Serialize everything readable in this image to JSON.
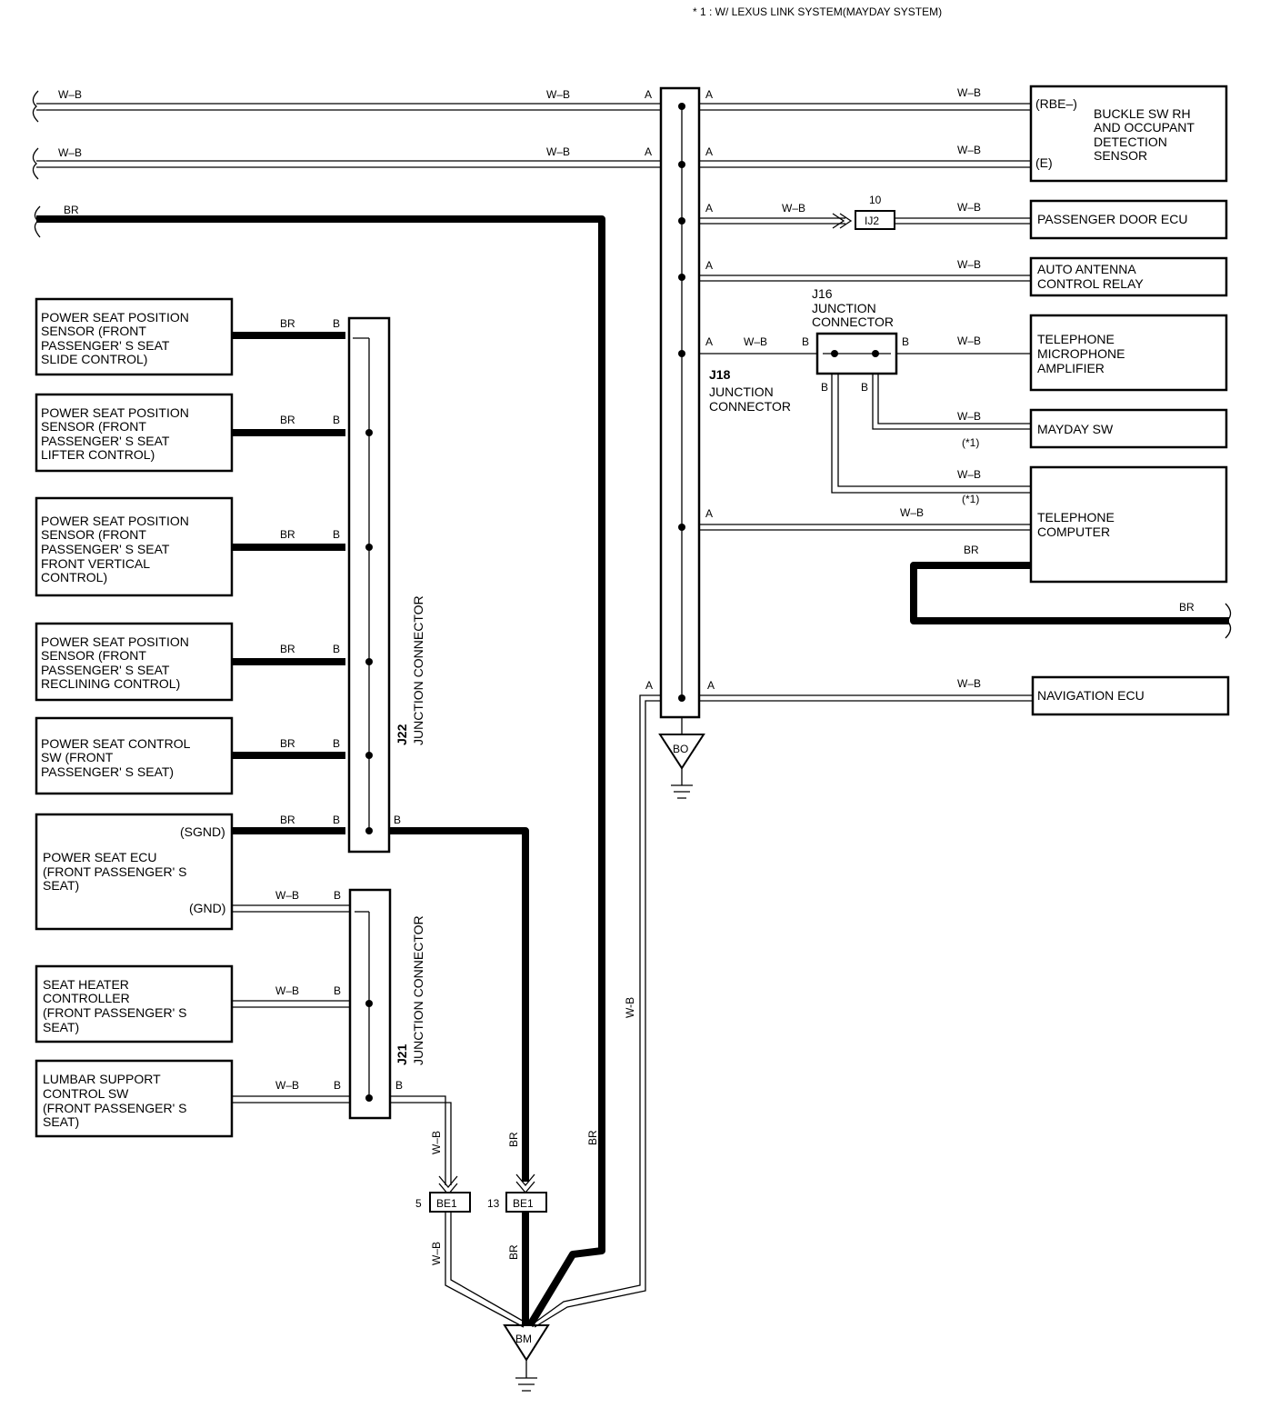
{
  "note": "* 1 : W/ LEXUS LINK SYSTEM(MAYDAY SYSTEM)",
  "wire_labels": {
    "wb": "W–B",
    "br": "BR",
    "wb_plain": "W-B"
  },
  "pins": {
    "a": "A",
    "b": "B"
  },
  "footnote_mark": "(*1)",
  "connectors": {
    "j22": {
      "id": "J22",
      "name": "JUNCTION CONNECTOR"
    },
    "j21": {
      "id": "J21",
      "name": "JUNCTION CONNECTOR"
    },
    "j18": {
      "id": "J18",
      "name": "JUNCTION CONNECTOR"
    },
    "j16": {
      "id": "J16",
      "name": "JUNCTION CONNECTOR"
    },
    "ij2": {
      "code": "IJ2",
      "pin": "10"
    },
    "be1_5": {
      "code": "BE1",
      "pin": "5"
    },
    "be1_13": {
      "code": "BE1",
      "pin": "13"
    }
  },
  "grounds": {
    "bo": "BO",
    "bm": "BM"
  },
  "left_components": [
    {
      "lines": [
        "POWER SEAT POSITION",
        "SENSOR (FRONT",
        "PASSENGER' S SEAT",
        "SLIDE CONTROL)"
      ]
    },
    {
      "lines": [
        "POWER SEAT POSITION",
        "SENSOR (FRONT",
        "PASSENGER' S SEAT",
        "LIFTER CONTROL)"
      ]
    },
    {
      "lines": [
        "POWER SEAT POSITION",
        "SENSOR (FRONT",
        "PASSENGER' S SEAT",
        "FRONT VERTICAL",
        "CONTROL)"
      ]
    },
    {
      "lines": [
        "POWER SEAT POSITION",
        "SENSOR (FRONT",
        "PASSENGER' S SEAT",
        "RECLINING CONTROL)"
      ]
    },
    {
      "lines": [
        "POWER SEAT CONTROL",
        "SW (FRONT",
        "PASSENGER' S SEAT)"
      ]
    },
    {
      "lines": [
        "POWER SEAT ECU",
        "(FRONT PASSENGER' S",
        " SEAT)"
      ],
      "pins": [
        "(SGND)",
        "(GND)"
      ]
    },
    {
      "lines": [
        "SEAT HEATER",
        "CONTROLLER",
        "(FRONT PASSENGER' S",
        " SEAT)"
      ]
    },
    {
      "lines": [
        "LUMBAR SUPPORT",
        "CONTROL SW",
        "(FRONT PASSENGER' S",
        " SEAT)"
      ]
    }
  ],
  "right_components": [
    {
      "lines": [
        "BUCKLE SW RH",
        "AND OCCUPANT",
        "DETECTION",
        "SENSOR"
      ],
      "pins": [
        "(RBE–)",
        "(E)"
      ]
    },
    {
      "lines": [
        "PASSENGER DOOR ECU"
      ]
    },
    {
      "lines": [
        "AUTO ANTENNA",
        "CONTROL RELAY"
      ]
    },
    {
      "lines": [
        "TELEPHONE",
        "MICROPHONE",
        "AMPLIFIER"
      ]
    },
    {
      "lines": [
        "MAYDAY SW"
      ]
    },
    {
      "lines": [
        "TELEPHONE",
        "COMPUTER"
      ]
    },
    {
      "lines": [
        "NAVIGATION ECU"
      ]
    }
  ]
}
